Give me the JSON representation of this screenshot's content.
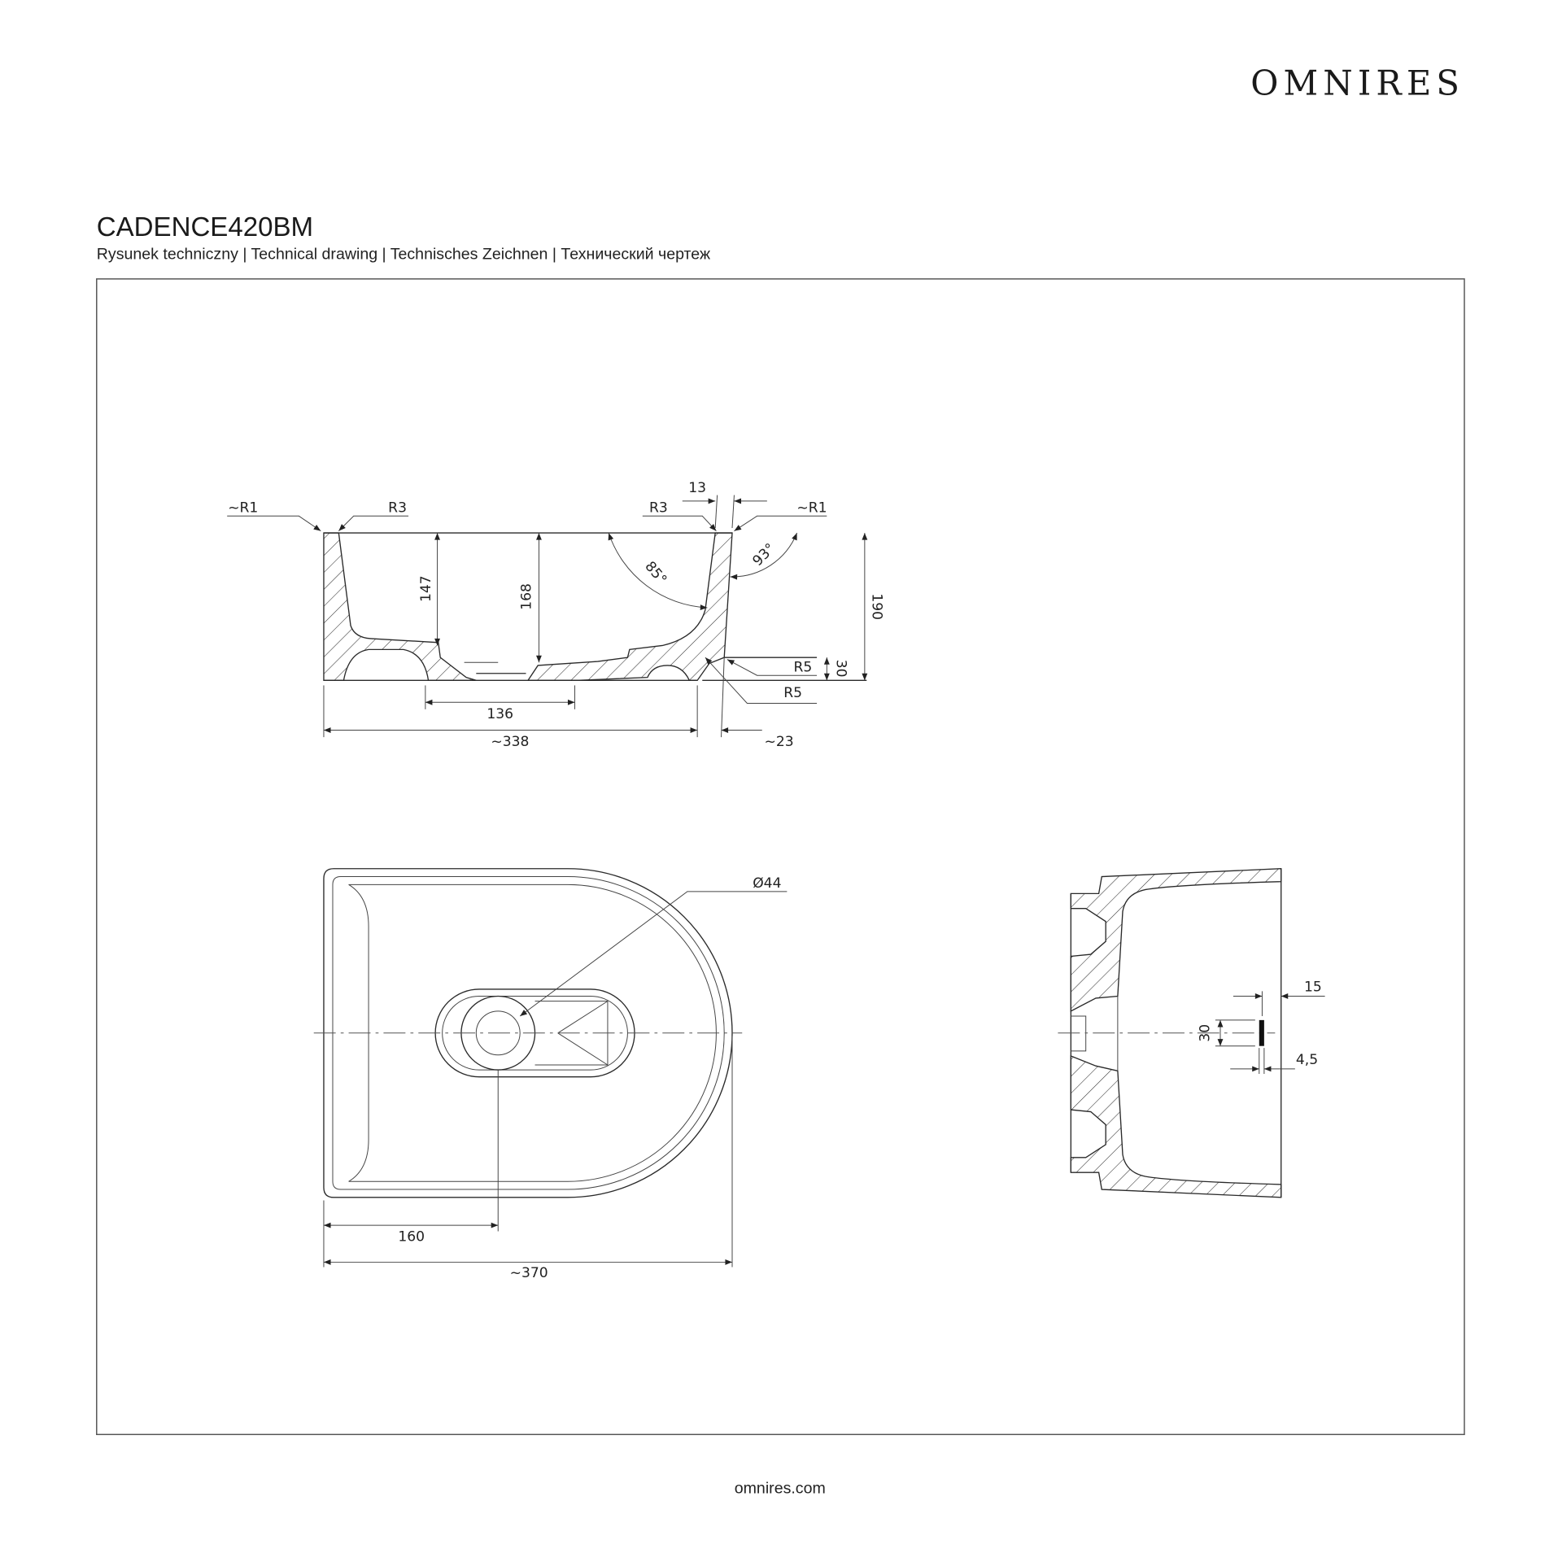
{
  "brand": {
    "logo": "OMNIRES",
    "website": "omnires.com"
  },
  "header": {
    "title": "CADENCE420BM",
    "subtitle": "Rysunek techniczny | Technical drawing | Technisches Zeichnen | Технический чертеж"
  },
  "section_view": {
    "radius_left_outer": "~R1",
    "radius_left_inner": "R3",
    "radius_right_inner": "R3",
    "radius_right_outer": "~R1",
    "wall_thickness": "13",
    "depth_inner": "147",
    "depth_drain": "168",
    "height_total": "190",
    "base_height": "30",
    "angle_inner": "85°",
    "angle_outer": "93°",
    "radius_base_upper": "R5",
    "radius_base_lower": "R5",
    "drain_width": "136",
    "width_body": "~338",
    "overhang": "~23"
  },
  "plan_view": {
    "drain_diameter": "Ø44",
    "drain_offset": "160",
    "width_total": "~370"
  },
  "side_view": {
    "slot_offset": "15",
    "slot_height": "30",
    "slot_width": "4,5"
  },
  "colors": {
    "line": "#2a2a2a",
    "background": "#ffffff"
  }
}
